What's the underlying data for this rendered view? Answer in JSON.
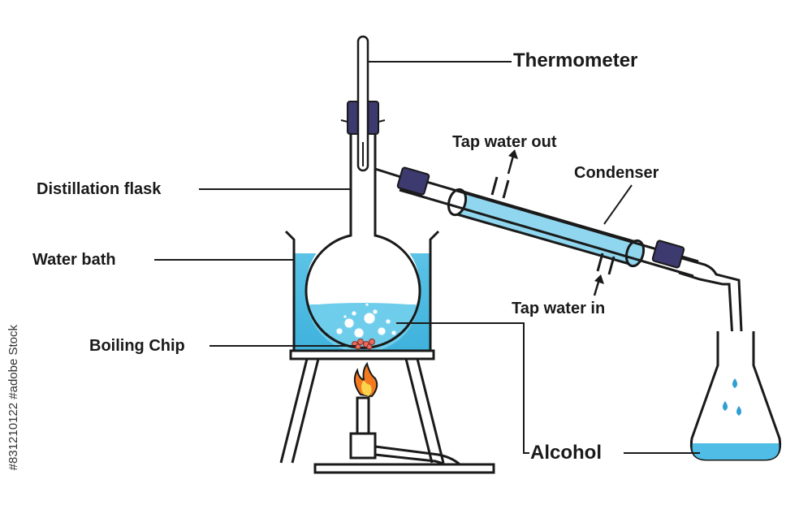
{
  "labels": {
    "thermometer": "Thermometer",
    "tap_water_out": "Tap water out",
    "condenser": "Condenser",
    "distillation_flask": "Distillation flask",
    "water_bath": "Water bath",
    "tap_water_in": "Tap water in",
    "boiling_chip": "Boiling Chip",
    "alcohol": "Alcohol"
  },
  "watermark_side": "#831210122 #adobe Stock",
  "colors": {
    "outline": "#1a1a1a",
    "water": "#5bc3e6",
    "water_light": "#b8e4f3",
    "stopper": "#3c3a6e",
    "flame_outer": "#f47a20",
    "flame_inner": "#fbd34d",
    "chip": "#e86c5f"
  }
}
